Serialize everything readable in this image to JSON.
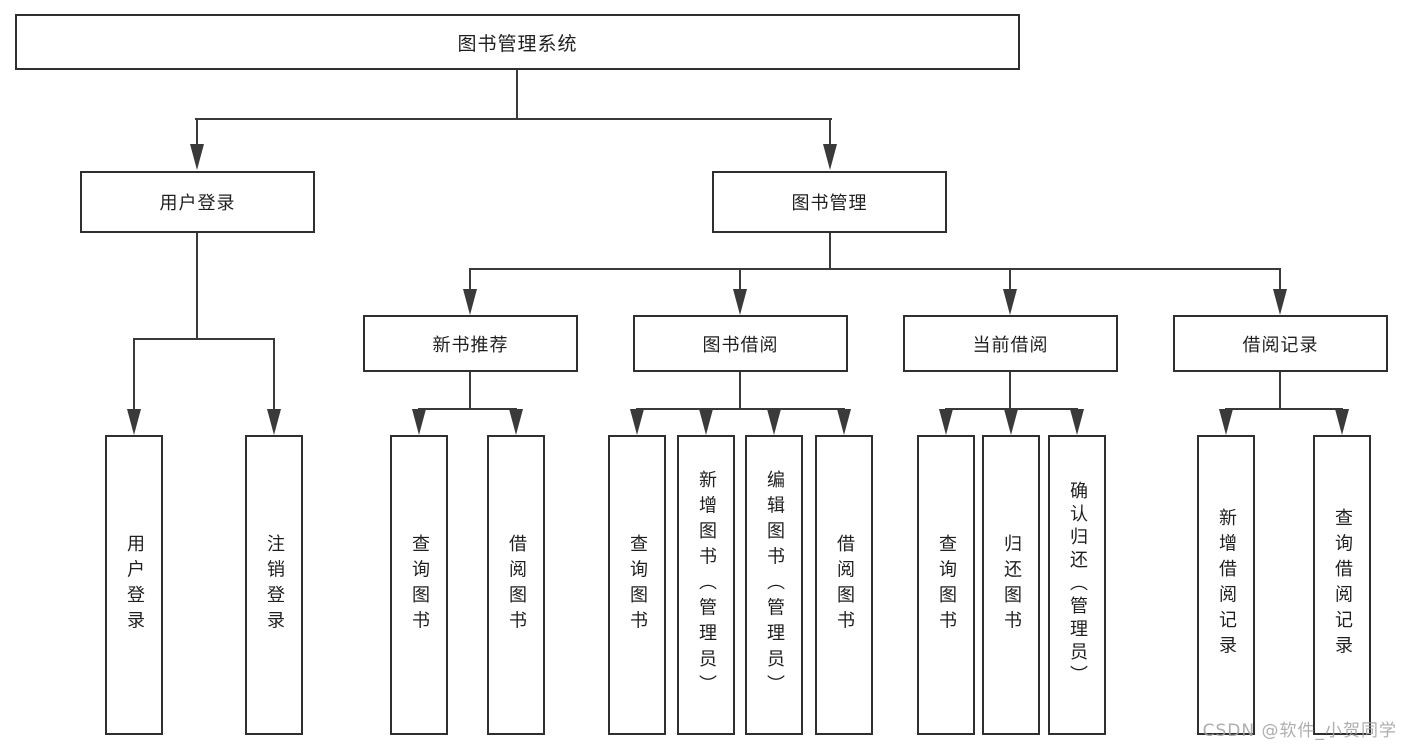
{
  "tree": {
    "root": {
      "label": "图书管理系统"
    },
    "children": [
      {
        "label": "用户登录",
        "children": [
          {
            "label": "用户登录"
          },
          {
            "label": "注销登录"
          }
        ]
      },
      {
        "label": "图书管理",
        "children": [
          {
            "label": "新书推荐",
            "children": [
              {
                "label": "查询图书"
              },
              {
                "label": "借阅图书"
              }
            ]
          },
          {
            "label": "图书借阅",
            "children": [
              {
                "label": "查询图书"
              },
              {
                "label": "新增图书（管理员）"
              },
              {
                "label": "编辑图书（管理员）"
              },
              {
                "label": "借阅图书"
              }
            ]
          },
          {
            "label": "当前借阅",
            "children": [
              {
                "label": "查询图书"
              },
              {
                "label": "归还图书"
              },
              {
                "label": "确认归还（管理员）"
              }
            ]
          },
          {
            "label": "借阅记录",
            "children": [
              {
                "label": "新增借阅记录"
              },
              {
                "label": "查询借阅记录"
              }
            ]
          }
        ]
      }
    ]
  },
  "watermark": {
    "text": "CSDN @软件_小贺同学"
  },
  "colors": {
    "background": "#ffffff",
    "box_border": "#2f2f2f",
    "connector_line": "#3a3a3a",
    "text": "#1f1f1f",
    "watermark": "#a5a5a5"
  }
}
